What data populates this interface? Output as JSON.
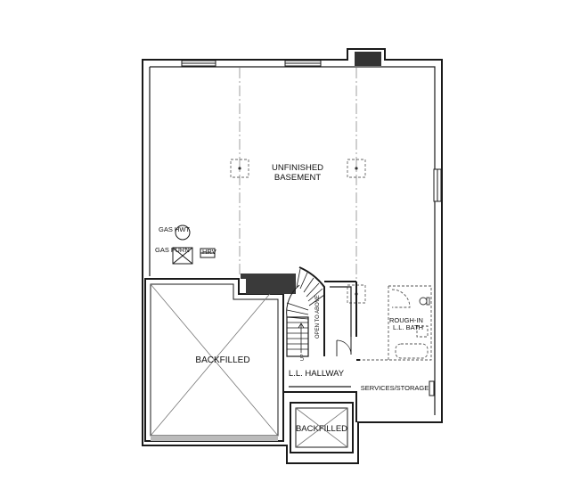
{
  "plan": {
    "rooms": {
      "unfinished_line1": "UNFINISHED",
      "unfinished_line2": "BASEMENT",
      "backfilled_main": "BACKFILLED",
      "backfilled_small": "BACKFILLED",
      "hallway": "L.L. HALLWAY",
      "services": "SERVICES/STORAGE"
    },
    "fixtures": {
      "gas_hwt": "GAS HWT",
      "gas_furn": "GAS FURN",
      "hrv": "HRV",
      "rough_in_line1": "ROUGH-IN",
      "rough_in_line2": "L.L. BATH",
      "open_to_above": "OPEN TO ABOVE",
      "stair_up": "UP"
    },
    "colors": {
      "wall": "#1a1a1a",
      "wall_fill": "#3a3a3a",
      "line": "#555555",
      "dash": "#777777"
    }
  }
}
